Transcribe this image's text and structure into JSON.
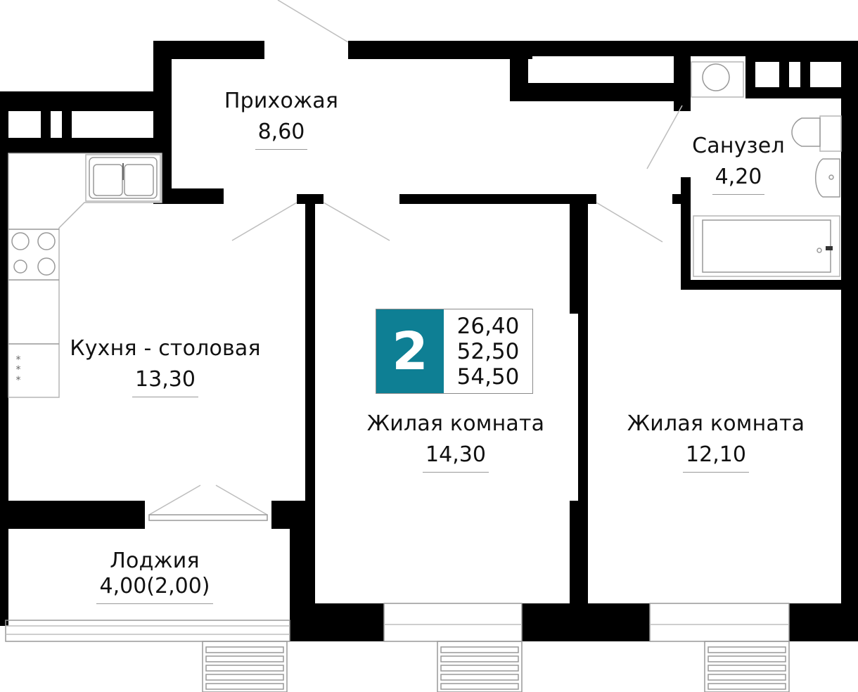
{
  "apartment": {
    "rooms_count": "2",
    "accent_color": "#0e7f94",
    "areas": {
      "living": "26,40",
      "total": "52,50",
      "total_with_loggia": "54,50"
    }
  },
  "rooms": [
    {
      "id": "hallway",
      "name": "Прихожая",
      "area": "8,60"
    },
    {
      "id": "bathroom",
      "name": "Санузел",
      "area": "4,20"
    },
    {
      "id": "kitchen",
      "name": "Кухня - столовая",
      "area": "13,30"
    },
    {
      "id": "living-room-1",
      "name": "Жилая комната",
      "area": "14,30"
    },
    {
      "id": "living-room-2",
      "name": "Жилая комната",
      "area": "12,10"
    },
    {
      "id": "loggia",
      "name": "Лоджия",
      "area": "4,00(2,00)"
    }
  ]
}
